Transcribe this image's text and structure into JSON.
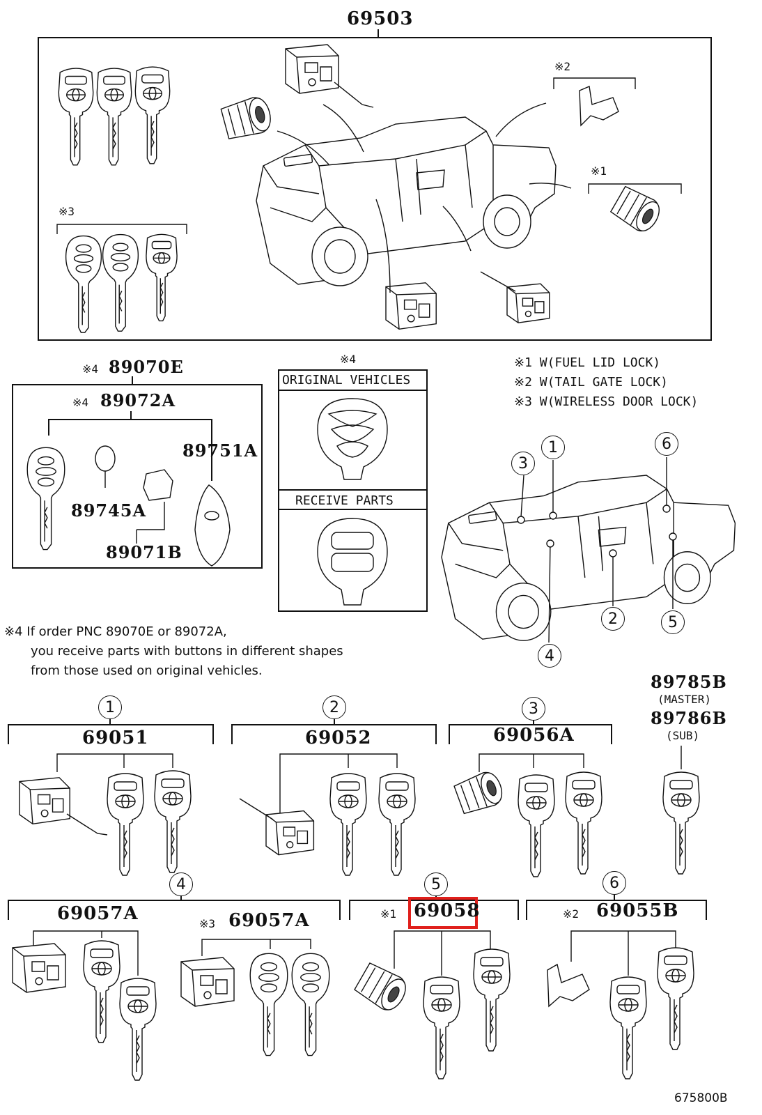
{
  "diagram": {
    "top_group_label": "69503",
    "footnote_refs": {
      "fuel_lid": "※1",
      "tail_gate": "※2",
      "wireless": "※3"
    },
    "notes": [
      "※1 W(FUEL LID LOCK)",
      "※2 W(TAIL GATE LOCK)",
      "※3 W(WIRELESS DOOR LOCK)"
    ],
    "key_assembly": {
      "ref": "※4",
      "outer": "89070E",
      "inner": "89072A",
      "cover": "89751A",
      "battery": "89745A",
      "board": "89071B"
    },
    "comparison": {
      "ref": "※4",
      "original": "ORIGINAL VEHICLES",
      "receive": "RECEIVE PARTS"
    },
    "notice": [
      "※4 If order PNC 89070E or 89072A,",
      "you receive parts with buttons in different shapes",
      "from those used on original vehicles."
    ],
    "location_numbers": [
      "1",
      "2",
      "3",
      "4",
      "5",
      "6"
    ],
    "master_key": {
      "part": "89785B",
      "tag": "(MASTER)"
    },
    "sub_key": {
      "part": "89786B",
      "tag": "(SUB)"
    },
    "kits": [
      {
        "num": "1",
        "part": "69051",
        "prefix": ""
      },
      {
        "num": "2",
        "part": "69052",
        "prefix": ""
      },
      {
        "num": "3",
        "part": "69056A",
        "prefix": ""
      },
      {
        "num": "4",
        "part": "69057A",
        "prefix": ""
      },
      {
        "num": "",
        "part": "69057A",
        "prefix": "※3"
      },
      {
        "num": "5",
        "part": "69058",
        "prefix": "※1",
        "highlighted": true
      },
      {
        "num": "6",
        "part": "69055B",
        "prefix": "※2"
      }
    ],
    "drawing_number": "675800B"
  }
}
